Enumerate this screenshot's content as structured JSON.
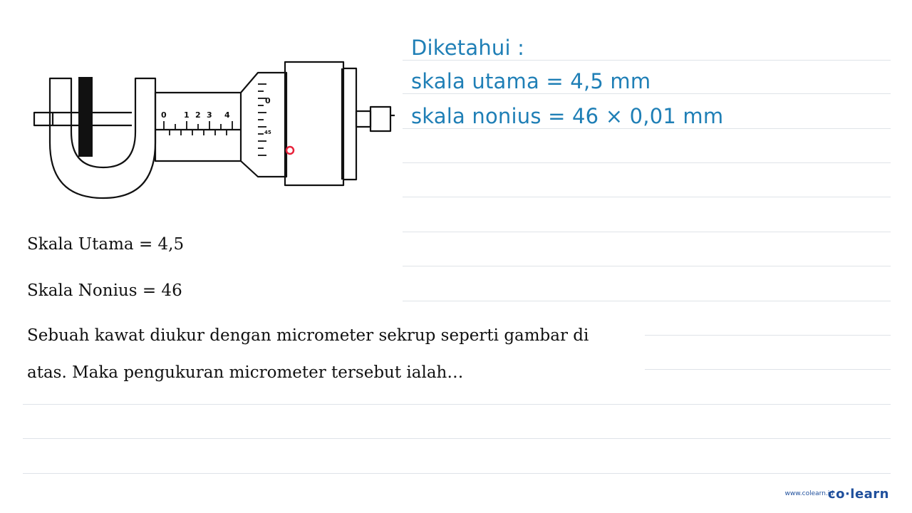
{
  "known": {
    "heading": "Diketahui :",
    "line1": "skala utama = 4,5 mm",
    "line2": "skala nonius = 46 × 0,01 mm"
  },
  "given": {
    "skala_utama": "Skala Utama = 4,5",
    "skala_nonius": "Skala Nonius = 46"
  },
  "question": {
    "line1": "Sebuah kawat diukur dengan micrometer sekrup seperti gambar di",
    "line2": "atas. Maka pengukuran micrometer tersebut ialah…"
  },
  "micrometer": {
    "main_scale_labels": [
      "0",
      "1",
      "2",
      "3",
      "4"
    ],
    "thimble_labels": [
      "0",
      "45"
    ]
  },
  "footer": {
    "url": "www.colearn.id",
    "brand": "co·learn"
  },
  "colors": {
    "handwriting": "#1f7fb6",
    "brand": "#1f4f9c",
    "pointer": "#e8233b"
  }
}
